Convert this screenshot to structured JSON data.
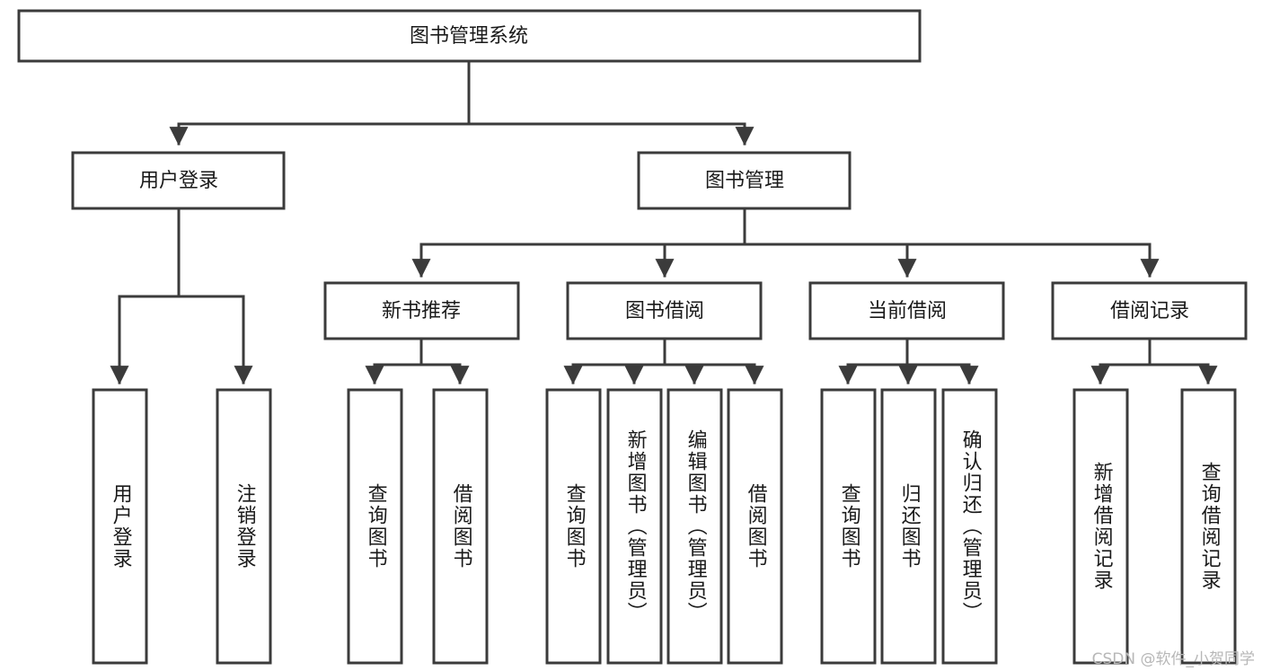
{
  "diagram": {
    "title": "图书管理系统",
    "type": "tree",
    "orientation": "top-down",
    "colors": {
      "stroke": "#3b3b3b",
      "fill": "#ffffff",
      "text": "#1a1a1a",
      "watermark": "#b7b7b7"
    },
    "root": {
      "label": "图书管理系统"
    },
    "level2": [
      {
        "label": "用户登录"
      },
      {
        "label": "图书管理"
      }
    ],
    "level3": [
      {
        "label": "新书推荐"
      },
      {
        "label": "图书借阅"
      },
      {
        "label": "当前借阅"
      },
      {
        "label": "借阅记录"
      }
    ],
    "leaves": {
      "user_login": [
        {
          "label": "用户登录"
        },
        {
          "label": "注销登录"
        }
      ],
      "new_book_recommend": [
        {
          "label": "查询图书"
        },
        {
          "label": "借阅图书"
        }
      ],
      "book_borrow": [
        {
          "label": "查询图书"
        },
        {
          "label": "新增图书（管理员）"
        },
        {
          "label": "编辑图书（管理员）"
        },
        {
          "label": "借阅图书"
        }
      ],
      "current_borrow": [
        {
          "label": "查询图书"
        },
        {
          "label": "归还图书"
        },
        {
          "label": "确认归还（管理员）"
        }
      ],
      "borrow_record": [
        {
          "label": "新增借阅记录"
        },
        {
          "label": "查询借阅记录"
        }
      ]
    }
  },
  "watermark": {
    "text": "CSDN @软件_小贺同学"
  }
}
